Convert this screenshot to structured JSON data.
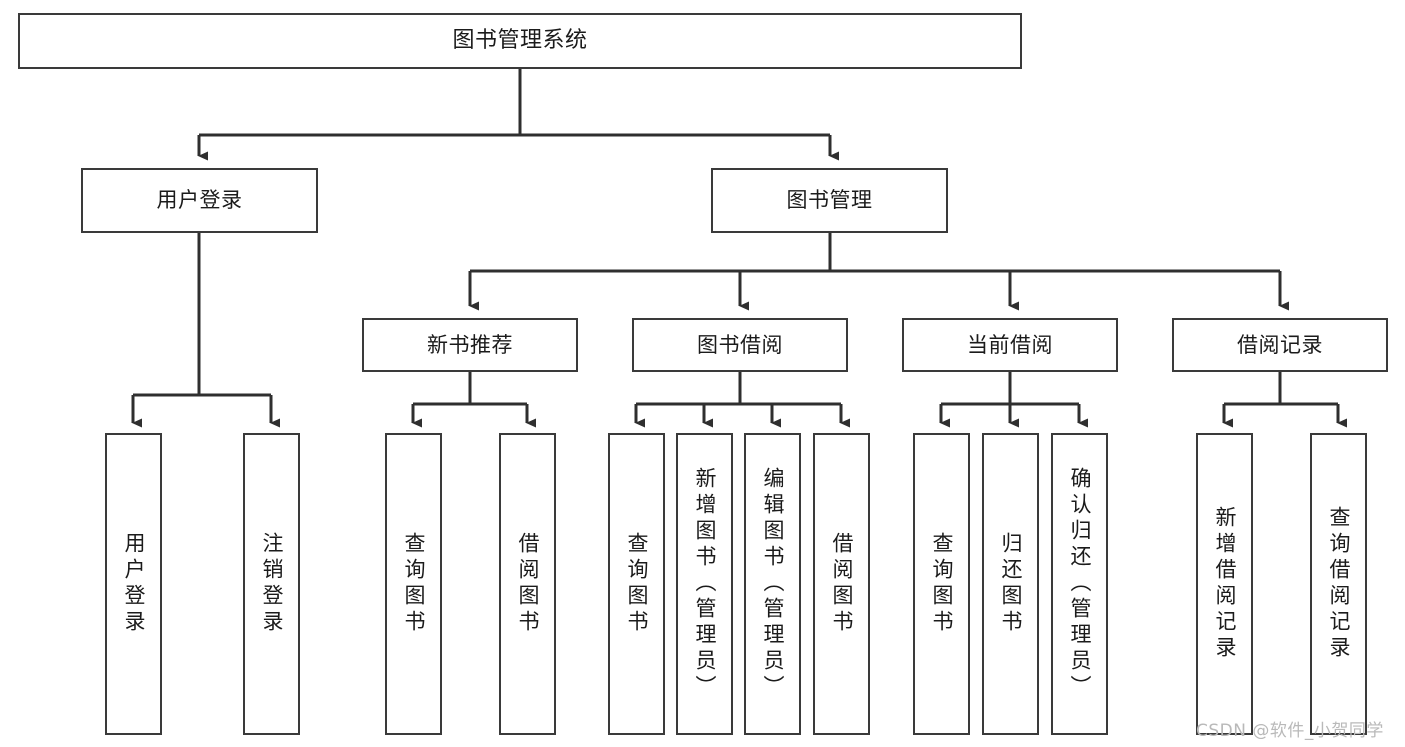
{
  "diagram": {
    "title": "图书管理系统",
    "type": "tree-hierarchy-chart",
    "orientation": "top-down",
    "colors": {
      "box_border": "#3a3a3a",
      "box_fill": "#ffffff",
      "edge": "#2f2f2f",
      "text": "#1b1b1b",
      "watermark": "#b9b9b9",
      "background": "#ffffff"
    },
    "root": {
      "label": "图书管理系统"
    },
    "level1": [
      {
        "label": "用户登录"
      },
      {
        "label": "图书管理"
      }
    ],
    "level2": [
      {
        "label": "新书推荐"
      },
      {
        "label": "图书借阅"
      },
      {
        "label": "当前借阅"
      },
      {
        "label": "借阅记录"
      }
    ],
    "leaves": {
      "user_login": [
        {
          "label": "用户登录"
        },
        {
          "label": "注销登录"
        }
      ],
      "new_book_recommend": [
        {
          "label": "查询图书"
        },
        {
          "label": "借阅图书"
        }
      ],
      "book_borrow": [
        {
          "label": "查询图书"
        },
        {
          "label": "新增图书（管理员）"
        },
        {
          "label": "编辑图书（管理员）"
        },
        {
          "label": "借阅图书"
        }
      ],
      "current_borrow": [
        {
          "label": "查询图书"
        },
        {
          "label": "归还图书"
        },
        {
          "label": "确认归还（管理员）"
        }
      ],
      "borrow_records": [
        {
          "label": "新增借阅记录"
        },
        {
          "label": "查询借阅记录"
        }
      ]
    },
    "watermark": "CSDN @软件_小贺同学"
  }
}
